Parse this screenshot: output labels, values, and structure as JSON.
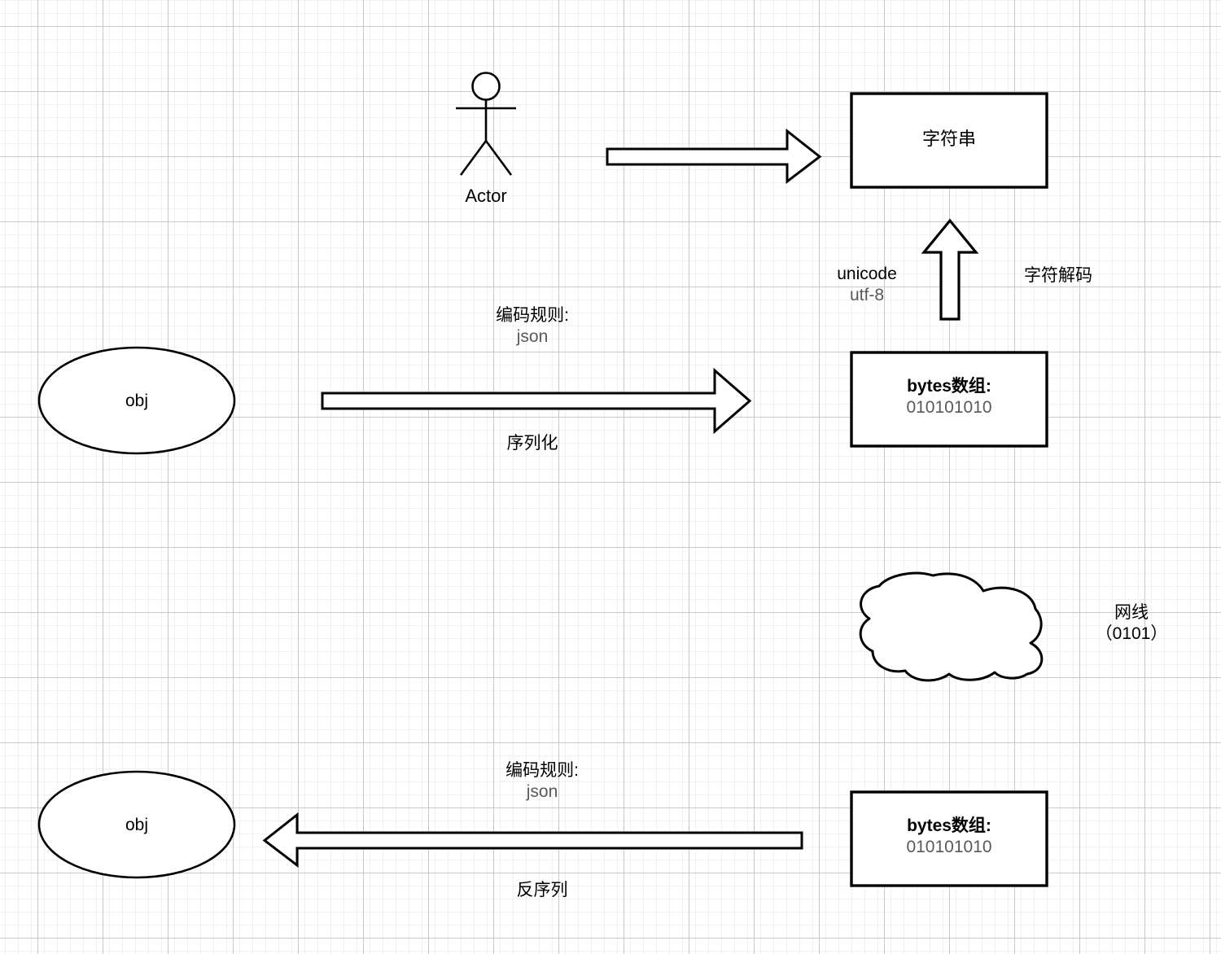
{
  "diagram": {
    "title": "serialization-and-encoding-flow",
    "colors": {
      "stroke": "#000000",
      "fill": "#ffffff",
      "secondary_text": "#595959",
      "grid_minor": "#f0f0f0",
      "grid_major": "#c9c9c9"
    },
    "nodes": {
      "actor": {
        "label": "Actor",
        "shape": "stick-figure"
      },
      "string_box": {
        "label": "字符串",
        "shape": "rectangle"
      },
      "bytes_box_top": {
        "label": "bytes数组:",
        "value": "010101010",
        "shape": "rectangle"
      },
      "bytes_box_bottom": {
        "label": "bytes数组:",
        "value": "010101010",
        "shape": "rectangle"
      },
      "obj_top": {
        "label": "obj",
        "shape": "ellipse"
      },
      "obj_bottom": {
        "label": "obj",
        "shape": "ellipse"
      },
      "cloud": {
        "shape": "cloud"
      }
    },
    "edges": {
      "actor_to_string": {
        "direction": "right",
        "label_above": "",
        "label_below": ""
      },
      "decode": {
        "direction": "up",
        "label_left_main": "unicode",
        "label_left_sub": "utf-8",
        "label_right": "字符解码"
      },
      "serialize": {
        "direction": "right",
        "label_above_main": "编码规则:",
        "label_above_sub": "json",
        "label_below": "序列化"
      },
      "deserialize": {
        "direction": "left",
        "label_above_main": "编码规则:",
        "label_above_sub": "json",
        "label_below": "反序列"
      }
    },
    "annotations": {
      "network": {
        "line1": "网线",
        "line2": "（0101）"
      }
    }
  }
}
